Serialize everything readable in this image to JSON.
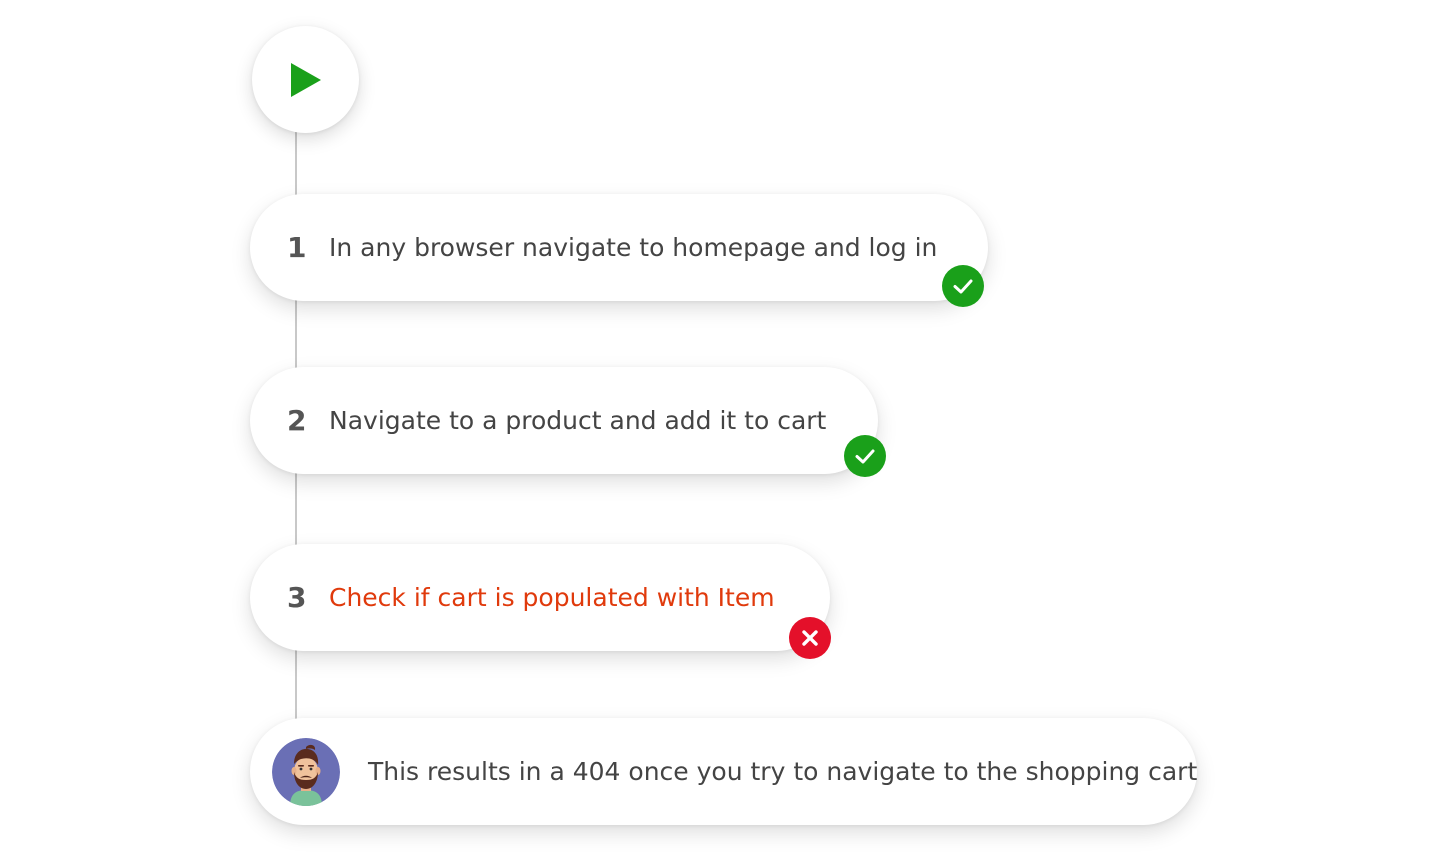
{
  "run": {
    "play_icon": "play-icon",
    "play_color": "#1aa01a"
  },
  "steps": [
    {
      "number": "1",
      "text": "In any browser navigate to homepage and log in",
      "status": "passed",
      "status_icon": "check-icon",
      "status_color": "#1aa01a"
    },
    {
      "number": "2",
      "text": "Navigate to a product and add it to cart",
      "status": "passed",
      "status_icon": "check-icon",
      "status_color": "#1aa01a"
    },
    {
      "number": "3",
      "text": "Check if cart is populated with Item",
      "status": "failed",
      "status_icon": "error-x-icon",
      "status_color": "#e4102a",
      "text_color": "#e03a0c"
    }
  ],
  "comment": {
    "avatar_icon": "user-avatar-icon",
    "text": "This results in a 404 once you try to navigate to the shopping cart"
  }
}
